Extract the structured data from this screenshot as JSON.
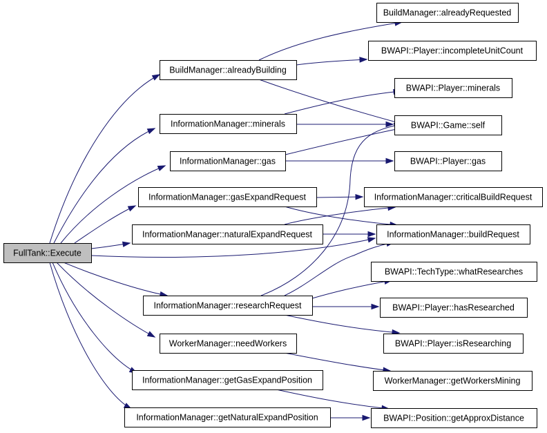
{
  "diagram": {
    "nodes": [
      {
        "id": "execute",
        "label": "FullTank::Execute",
        "root": true
      },
      {
        "id": "bm_already_building",
        "label": "BuildManager::alreadyBuilding"
      },
      {
        "id": "bm_already_requested",
        "label": "BuildManager::alreadyRequested"
      },
      {
        "id": "player_incomplete",
        "label": "BWAPI::Player::incompleteUnitCount"
      },
      {
        "id": "player_minerals",
        "label": "BWAPI::Player::minerals"
      },
      {
        "id": "im_minerals",
        "label": "InformationManager::minerals"
      },
      {
        "id": "game_self",
        "label": "BWAPI::Game::self"
      },
      {
        "id": "im_gas",
        "label": "InformationManager::gas"
      },
      {
        "id": "player_gas",
        "label": "BWAPI::Player::gas"
      },
      {
        "id": "im_gas_expand",
        "label": "InformationManager::gasExpandRequest"
      },
      {
        "id": "im_critical",
        "label": "InformationManager::criticalBuildRequest"
      },
      {
        "id": "im_natural_expand",
        "label": "InformationManager::naturalExpandRequest"
      },
      {
        "id": "im_build_request",
        "label": "InformationManager::buildRequest"
      },
      {
        "id": "techtype_what",
        "label": "BWAPI::TechType::whatResearches"
      },
      {
        "id": "im_research",
        "label": "InformationManager::researchRequest"
      },
      {
        "id": "player_has_researched",
        "label": "BWAPI::Player::hasResearched"
      },
      {
        "id": "player_is_researching",
        "label": "BWAPI::Player::isResearching"
      },
      {
        "id": "wm_need",
        "label": "WorkerManager::needWorkers"
      },
      {
        "id": "wm_mining",
        "label": "WorkerManager::getWorkersMining"
      },
      {
        "id": "im_gas_pos",
        "label": "InformationManager::getGasExpandPosition"
      },
      {
        "id": "im_nat_pos",
        "label": "InformationManager::getNaturalExpandPosition"
      },
      {
        "id": "pos_approx",
        "label": "BWAPI::Position::getApproxDistance"
      }
    ],
    "edges": [
      {
        "from": "execute",
        "to": "bm_already_building"
      },
      {
        "from": "execute",
        "to": "im_minerals"
      },
      {
        "from": "execute",
        "to": "im_gas"
      },
      {
        "from": "execute",
        "to": "im_gas_expand"
      },
      {
        "from": "execute",
        "to": "im_natural_expand"
      },
      {
        "from": "execute",
        "to": "im_build_request"
      },
      {
        "from": "execute",
        "to": "im_research"
      },
      {
        "from": "execute",
        "to": "wm_need"
      },
      {
        "from": "execute",
        "to": "im_gas_pos"
      },
      {
        "from": "execute",
        "to": "im_nat_pos"
      },
      {
        "from": "bm_already_building",
        "to": "bm_already_requested"
      },
      {
        "from": "bm_already_building",
        "to": "player_incomplete"
      },
      {
        "from": "bm_already_building",
        "to": "game_self"
      },
      {
        "from": "im_minerals",
        "to": "player_minerals"
      },
      {
        "from": "im_minerals",
        "to": "game_self"
      },
      {
        "from": "im_gas",
        "to": "game_self"
      },
      {
        "from": "im_gas",
        "to": "player_gas"
      },
      {
        "from": "im_gas_expand",
        "to": "im_critical"
      },
      {
        "from": "im_gas_expand",
        "to": "im_build_request"
      },
      {
        "from": "im_natural_expand",
        "to": "im_critical"
      },
      {
        "from": "im_natural_expand",
        "to": "im_build_request"
      },
      {
        "from": "im_research",
        "to": "game_self"
      },
      {
        "from": "im_research",
        "to": "im_build_request"
      },
      {
        "from": "im_research",
        "to": "techtype_what"
      },
      {
        "from": "im_research",
        "to": "player_has_researched"
      },
      {
        "from": "im_research",
        "to": "player_is_researching"
      },
      {
        "from": "wm_need",
        "to": "wm_mining"
      },
      {
        "from": "im_gas_pos",
        "to": "pos_approx"
      },
      {
        "from": "im_nat_pos",
        "to": "pos_approx"
      }
    ],
    "colors": {
      "edge": "#191970",
      "node_fill": "#ffffff",
      "root_fill": "#bfbfbf",
      "node_border": "#000000",
      "text": "#000000"
    }
  }
}
